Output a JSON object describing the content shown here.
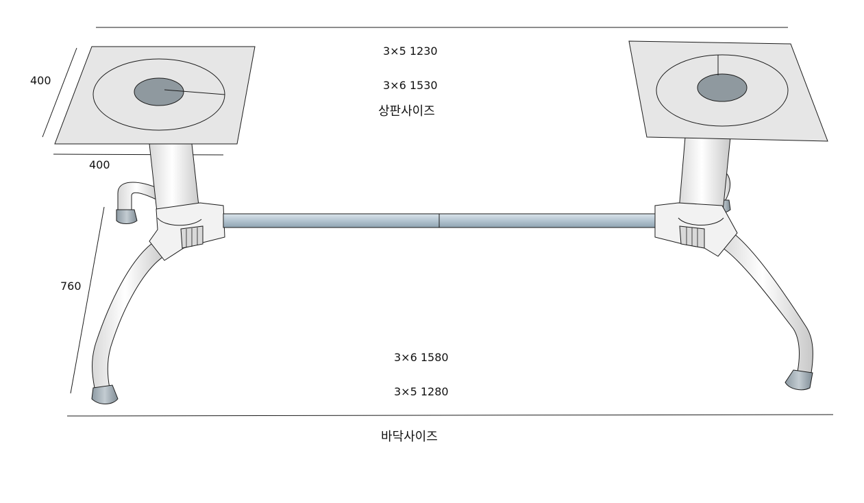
{
  "top_sizes": {
    "size_3x5": "3×5  1230",
    "size_3x6": "3×6  1530",
    "caption": "상판사이즈"
  },
  "bottom_sizes": {
    "size_3x6": "3×6 1580",
    "size_3x5": "3×5 1280",
    "caption": "바닥사이즈"
  },
  "dimensions": {
    "top_plate_depth": "400",
    "top_plate_width": "400",
    "height": "760"
  },
  "colors": {
    "plate_fill": "#e6e6e6",
    "hub_fill": "#a9b3ba",
    "bar_fill": "#b8c7d2",
    "tube_fill": "#efefef",
    "foot_fill": "#9aa6ae",
    "line": "#1a1a1a"
  }
}
